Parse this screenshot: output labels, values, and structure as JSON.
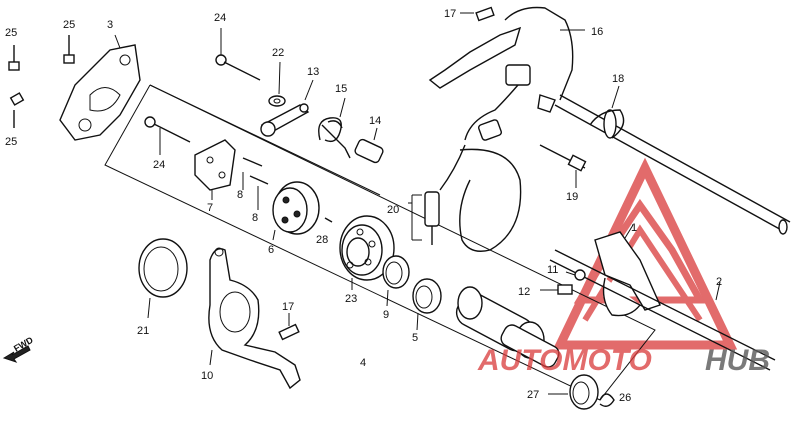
{
  "callouts": {
    "c1": "1",
    "c2": "2",
    "c3": "3",
    "c4": "4",
    "c5": "5",
    "c6": "6",
    "c7": "7",
    "c8a": "8",
    "c8b": "8",
    "c9": "9",
    "c10": "10",
    "c11": "11",
    "c12": "12",
    "c13": "13",
    "c14": "14",
    "c15": "15",
    "c16": "16",
    "c17a": "17",
    "c17b": "17",
    "c18": "18",
    "c19": "19",
    "c20": "20",
    "c21": "21",
    "c22": "22",
    "c23": "23",
    "c24a": "24",
    "c24b": "24",
    "c25a": "25",
    "c25b": "25",
    "c26": "26",
    "c27": "27",
    "c28": "28"
  },
  "fwd_label": "FWD",
  "watermark": {
    "red": "AUTOMOTO",
    "gray": "HUB"
  }
}
